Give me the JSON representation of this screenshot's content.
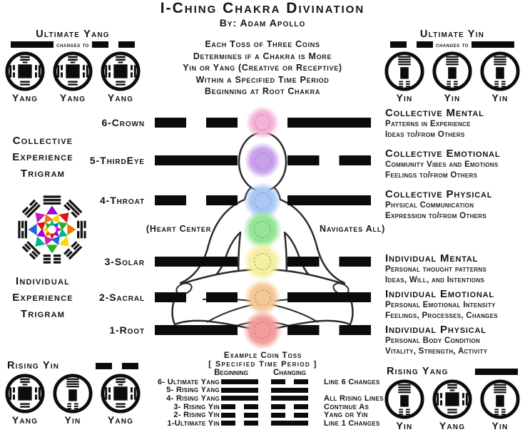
{
  "header": {
    "title": "I-Ching Chakra Divination",
    "byline": "By: Adam Apollo"
  },
  "intro_lines": [
    "Each Toss of Three Coins",
    "Determines if a Chakra is More",
    "Yin or Yang (Creative or Receptive)",
    "Within a Specified Time Period",
    "Beginning at Root Chakra"
  ],
  "coin_groups": {
    "ultimate_yang": {
      "title": "Ultimate Yang",
      "changes_label": "changes to",
      "from_line": "solid",
      "to_line": "broken",
      "coins": [
        "Yang",
        "Yang",
        "Yang"
      ]
    },
    "ultimate_yin": {
      "title": "Ultimate Yin",
      "changes_label": "changes to",
      "from_line": "broken",
      "to_line": "solid",
      "coins": [
        "Yin",
        "Yin",
        "Yin"
      ]
    },
    "rising_yin": {
      "title": "Rising Yin",
      "line": "broken",
      "coins": [
        "Yang",
        "Yin",
        "Yang"
      ]
    },
    "rising_yang": {
      "title": "Rising Yang",
      "line": "solid",
      "coins": [
        "Yin",
        "Yang",
        "Yin"
      ]
    }
  },
  "left_column": {
    "collective": [
      "Collective",
      "Experience",
      "Trigram"
    ],
    "individual": [
      "Individual",
      "Experience",
      "Trigram"
    ]
  },
  "bagua": {
    "trigrams": [
      [
        "solid",
        "solid",
        "solid"
      ],
      [
        "broken",
        "solid",
        "solid"
      ],
      [
        "broken",
        "solid",
        "broken"
      ],
      [
        "broken",
        "broken",
        "solid"
      ],
      [
        "broken",
        "broken",
        "broken"
      ],
      [
        "solid",
        "broken",
        "broken"
      ],
      [
        "solid",
        "broken",
        "solid"
      ],
      [
        "solid",
        "solid",
        "broken"
      ]
    ],
    "star_colors": [
      "#9b00d8",
      "#e01414",
      "#f07800",
      "#ffd400",
      "#28b428",
      "#00b48c",
      "#1e64dc",
      "#c81eb4"
    ]
  },
  "chakra_rows": [
    {
      "label": "6-Crown",
      "left_line": "broken",
      "right_line": "solid",
      "chakra": "crown",
      "color": "#f6b3d8"
    },
    {
      "label": "5-ThirdEye",
      "left_line": "solid",
      "right_line": "broken",
      "chakra": "third-eye",
      "color": "#c9a0ee"
    },
    {
      "label": "4-Throat",
      "left_line": "broken",
      "right_line": "solid",
      "chakra": "throat",
      "color": "#aac8f6"
    },
    {
      "label": "3-Solar",
      "left_line": "solid",
      "right_line": "broken",
      "chakra": "solar",
      "color": "#f5efa0"
    },
    {
      "label": "2-Sacral",
      "left_line": "broken",
      "right_line": "solid",
      "chakra": "sacral",
      "color": "#f6c893"
    },
    {
      "label": "1-Root",
      "left_line": "solid",
      "right_line": "broken",
      "chakra": "root",
      "color": "#f49b9b"
    }
  ],
  "heart_row": {
    "left": "(Heart Center",
    "right": "Navigates All)",
    "color": "#93e693"
  },
  "right_column": [
    {
      "title": "Collective Mental",
      "line1": "Patterns in Experience",
      "line2": "Ideas to/from Others"
    },
    {
      "title": "Collective Emotional",
      "line1": "Community Vibes and Emotions",
      "line2": "Feelings to/from Others"
    },
    {
      "title": "Collective Physical",
      "line1": "Physical Communication",
      "line2": "Expression to/from Others"
    },
    {
      "title": "Individual Mental",
      "line1": "Personal thought patterns",
      "line2": "Ideas, Will, and Intentions"
    },
    {
      "title": "Individual Emotional",
      "line1": "Personal Emotional Intensity",
      "line2": "Feelings, Processes, Changes"
    },
    {
      "title": "Individual Physical",
      "line1": "Personal Body Condition",
      "line2": "Vitality, Strength, Activity"
    }
  ],
  "example": {
    "title": "Example Coin Toss",
    "subtitle": "[ Specified Time Period ]",
    "col_beginning": "Beginning",
    "col_changing": "Changing",
    "rows": [
      {
        "label": "6- Ultimate Yang",
        "beginning": "solid",
        "changing": "broken",
        "note": "Line 6 Changes"
      },
      {
        "label": "5- Rising Yang",
        "beginning": "solid",
        "changing": "solid",
        "note": ""
      },
      {
        "label": "4- Rising Yang",
        "beginning": "solid",
        "changing": "solid",
        "note": "All Rising Lines"
      },
      {
        "label": "3- Rising Yin",
        "beginning": "broken",
        "changing": "broken",
        "note": "Continue As"
      },
      {
        "label": "2- Rising Yin",
        "beginning": "broken",
        "changing": "broken",
        "note": "Yang or Yin"
      },
      {
        "label": "1-Ultimate Yin",
        "beginning": "broken",
        "changing": "solid",
        "note": "Line 1 Changes"
      }
    ]
  }
}
